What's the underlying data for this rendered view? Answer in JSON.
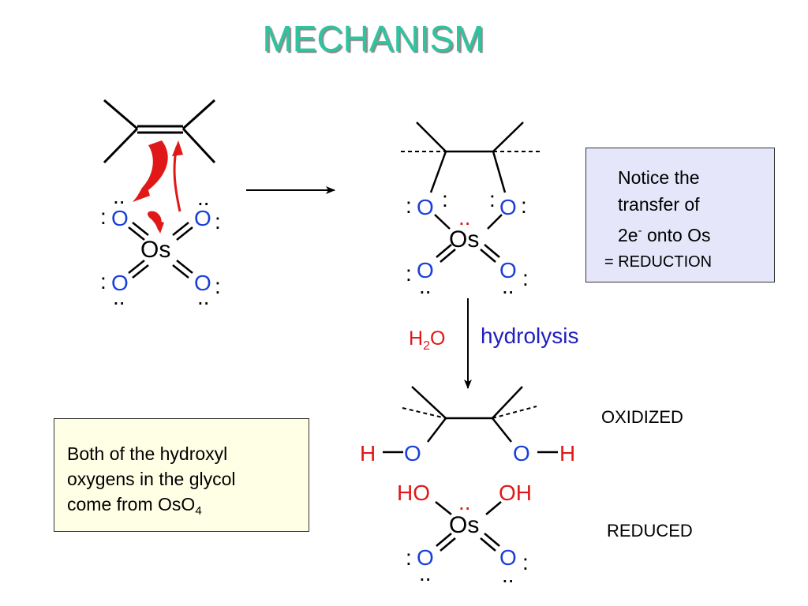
{
  "title": "MECHANISM",
  "atoms": {
    "oxygen": "O",
    "osmium": "Os",
    "hydrogen": "H",
    "hydroxyl": "HO",
    "hydroxyl_right": "OH",
    "lone_pair_side": ":",
    "lone_pair_top": "..",
    "lone_pair_bottom": ".."
  },
  "notice_box": {
    "line1": "Notice the",
    "line2": "transfer of",
    "line3_prefix": "2e",
    "line3_sup": "-",
    "line3_suffix": " onto Os",
    "line4": "=  REDUCTION"
  },
  "glycol_box": {
    "line1": "Both of the hydroxyl",
    "line2": "oxygens in the glycol",
    "line3_prefix": "come from OsO",
    "line3_sub": "4"
  },
  "step": {
    "reagent_prefix": "H",
    "reagent_sub": "2",
    "reagent_suffix": "O",
    "label": "hydrolysis"
  },
  "labels": {
    "oxidized": "OXIDIZED",
    "reduced": "REDUCED"
  },
  "colors": {
    "title": "#2ec4a0",
    "oxygen": "#1a3fd8",
    "hydrogen": "#e01818",
    "arrow": "#e01818",
    "lone_pair_os": "#e01818",
    "hydrolysis": "#2020c0",
    "notice_bg": "#e6e6fa",
    "glycol_bg": "#ffffe6"
  }
}
